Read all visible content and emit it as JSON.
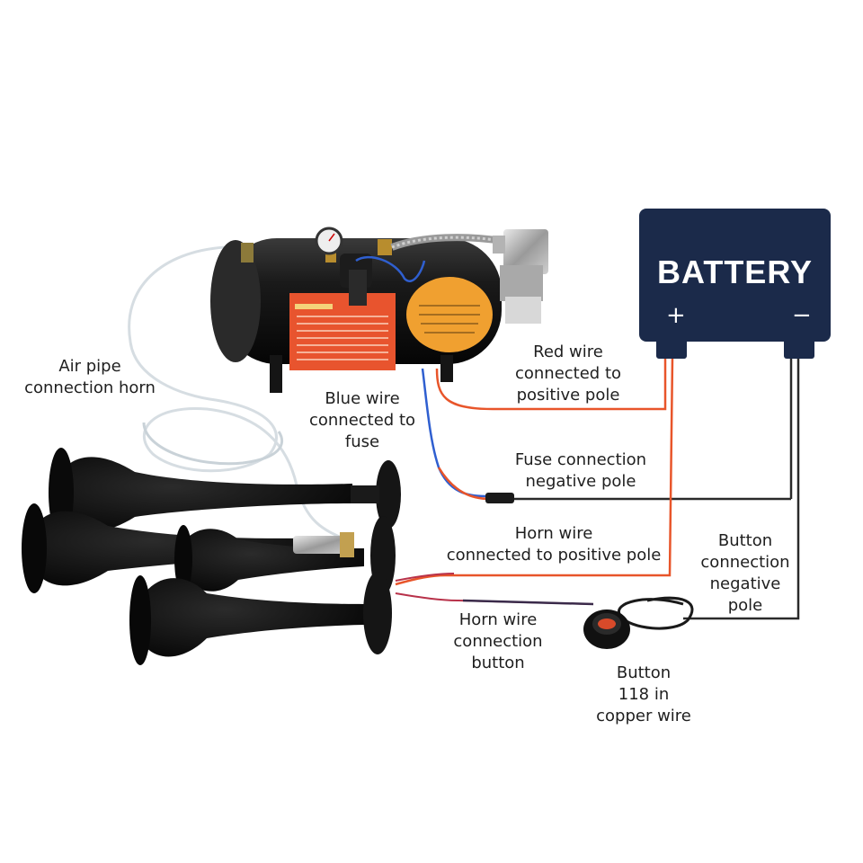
{
  "battery": {
    "title": "BATTERY",
    "positive": "+",
    "negative": "−",
    "color": "#1b2a4a"
  },
  "labels": {
    "air_pipe": [
      "Air pipe",
      "connection horn"
    ],
    "red_wire": [
      "Red wire",
      "connected to",
      "positive pole"
    ],
    "blue_wire": [
      "Blue wire",
      "connected to",
      "fuse"
    ],
    "fuse": [
      "Fuse connection",
      "negative pole"
    ],
    "horn_positive": [
      "Horn wire",
      "connected to positive pole"
    ],
    "button_negative": [
      "Button",
      "connection",
      "negative",
      "pole"
    ],
    "horn_button": [
      "Horn wire",
      "connection",
      "button"
    ],
    "button_part": [
      "Button",
      "118 in",
      "copper wire"
    ]
  },
  "colors": {
    "red_wire": "#e8552a",
    "black_wire": "#2a2a2a",
    "blue_wire": "#2f5fd0",
    "horn_body": "#141414",
    "label_sticker": "#e8542e",
    "gauge_disc": "#f0a030"
  }
}
